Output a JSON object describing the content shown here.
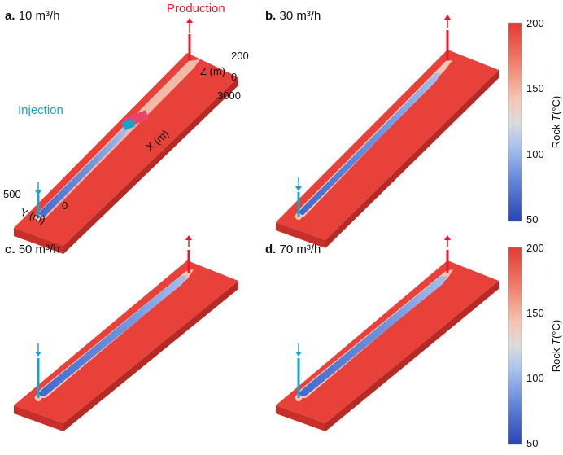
{
  "panels": [
    {
      "letter": "a.",
      "rate": "10 m³/h",
      "cold_extent": 0.55
    },
    {
      "letter": "b.",
      "rate": "30 m³/h",
      "cold_extent": 0.88
    },
    {
      "letter": "c.",
      "rate": "50 m³/h",
      "cold_extent": 0.96
    },
    {
      "letter": "d.",
      "rate": "70 m³/h",
      "cold_extent": 0.97
    }
  ],
  "labels": {
    "production": "Production",
    "injection": "Injection",
    "x_axis": "X (m)",
    "y_axis": "Y (m)",
    "z_axis": "Z (m)",
    "z_max": "200",
    "z_min": "0",
    "x_max": "3000",
    "y_max": "500",
    "y_min": "0"
  },
  "colorbar": {
    "title": "Rock T(°C)",
    "title_main": "Rock ",
    "title_var": "T",
    "title_unit": "(°C)",
    "ticks": [
      "200",
      "150",
      "100",
      "50"
    ],
    "min": 50,
    "max": 200,
    "colors": {
      "hot": "#e8413a",
      "warm": "#f7b7a0",
      "mid": "#dcdcdc",
      "cool": "#7aa0e0",
      "cold": "#2c48b8"
    }
  },
  "colors": {
    "injection": "#1aa3c9",
    "production": "#e8192b",
    "slab_top": "#e8413a",
    "slab_side": "#c9302b"
  }
}
